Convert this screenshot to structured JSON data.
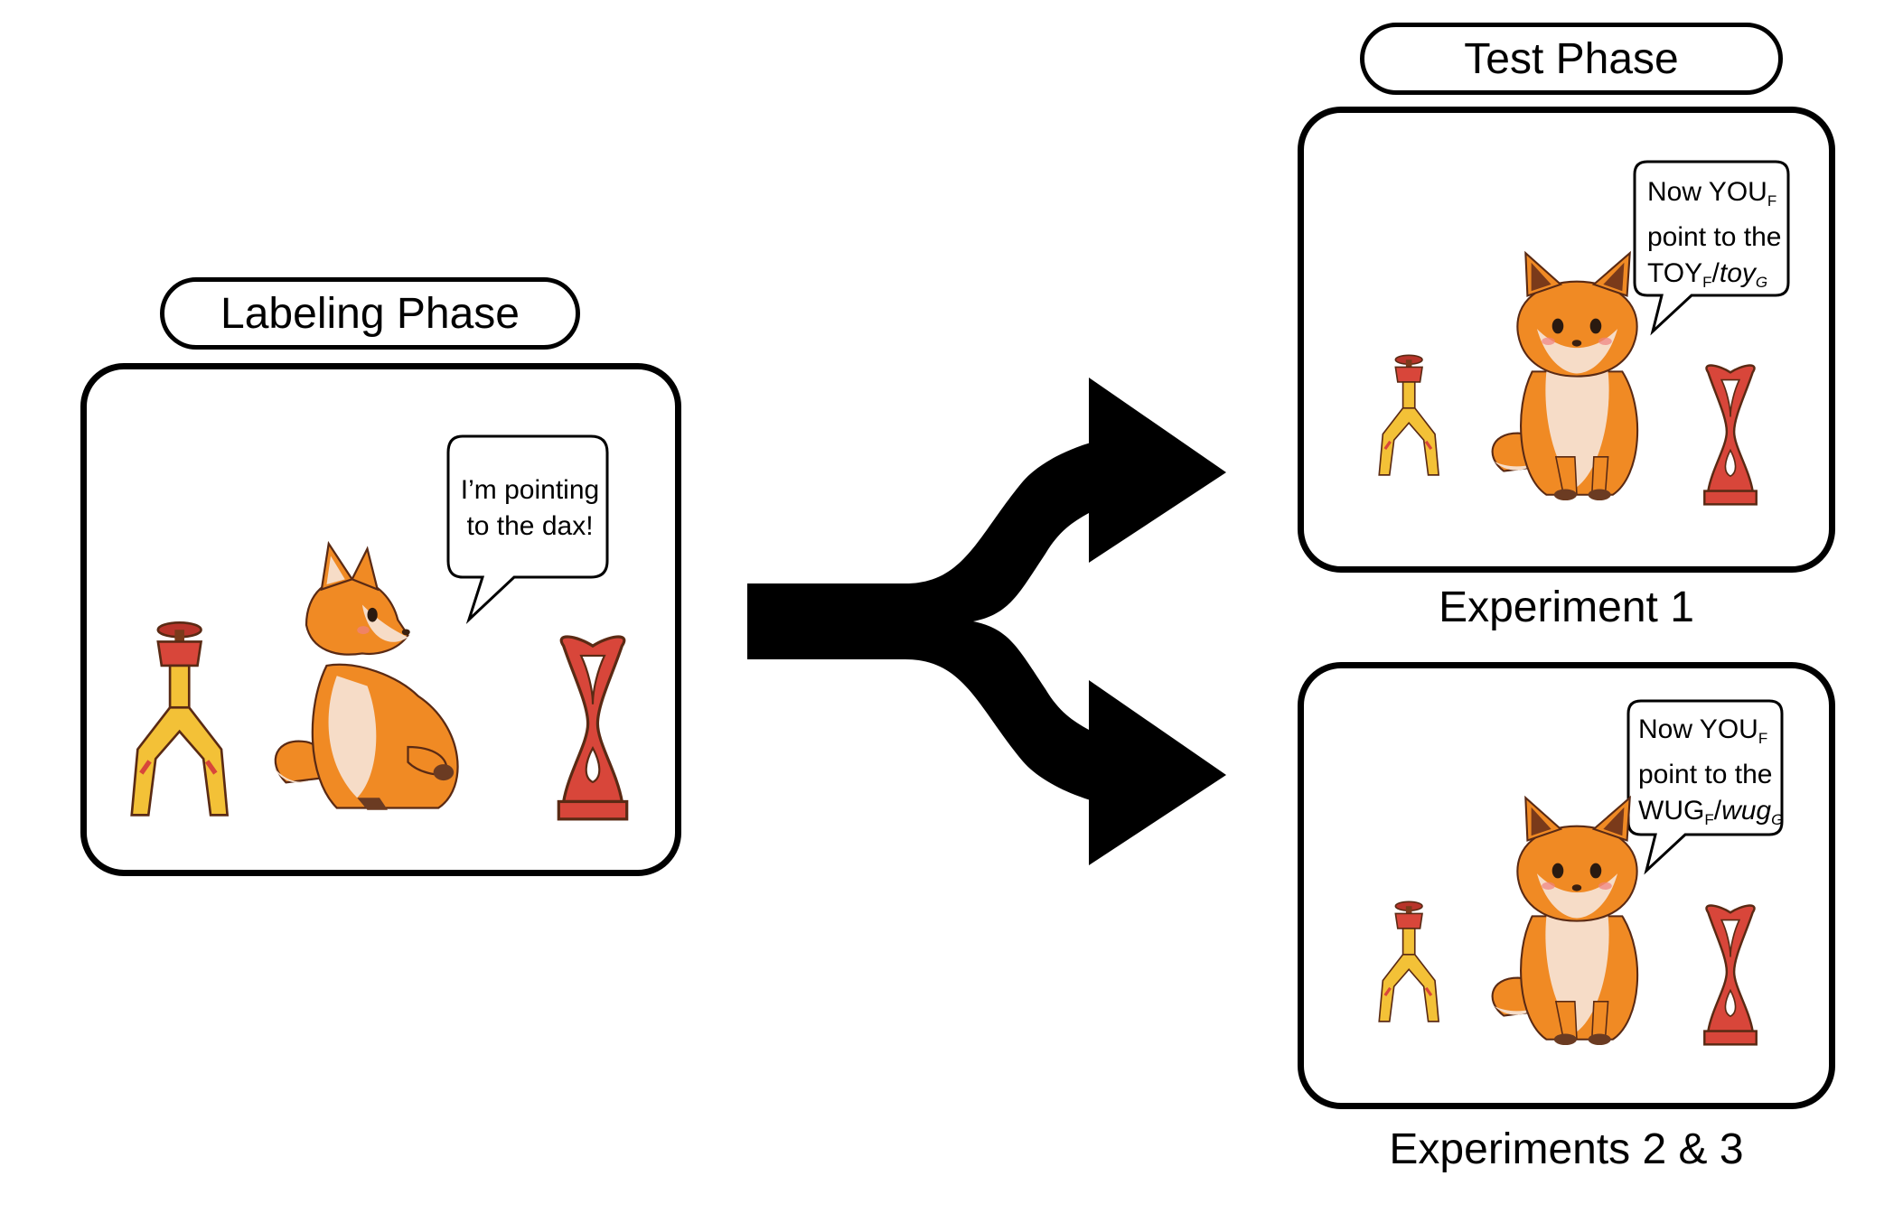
{
  "labeling": {
    "title": "Labeling Phase",
    "speech": [
      "I’m pointing",
      "to the dax!"
    ]
  },
  "test": {
    "title": "Test Phase",
    "exp1": {
      "caption": "Experiment 1",
      "line1_main": "Now YOU",
      "line1_sub": "F",
      "line2": "point to the",
      "line3_a": "TOY",
      "line3_a_sub": "F",
      "line3_sep": "/",
      "line3_b": "toy",
      "line3_b_sub": "G"
    },
    "exp23": {
      "caption": "Experiments 2 & 3",
      "line1_main": "Now YOU",
      "line1_sub": "F",
      "line2": "point to the",
      "line3_a": "WUG",
      "line3_a_sub": "F",
      "line3_sep": "/",
      "line3_b": "wug",
      "line3_b_sub": "G"
    }
  },
  "colors": {
    "fox_orange": "#f08a24",
    "fox_cream": "#f6dcc7",
    "toy_red": "#d8463a",
    "toy_yellow": "#f3c137",
    "outline": "#5a2a14"
  },
  "icons": [
    "fox-character",
    "claw-toy",
    "hourglass-toy",
    "branching-arrow"
  ]
}
